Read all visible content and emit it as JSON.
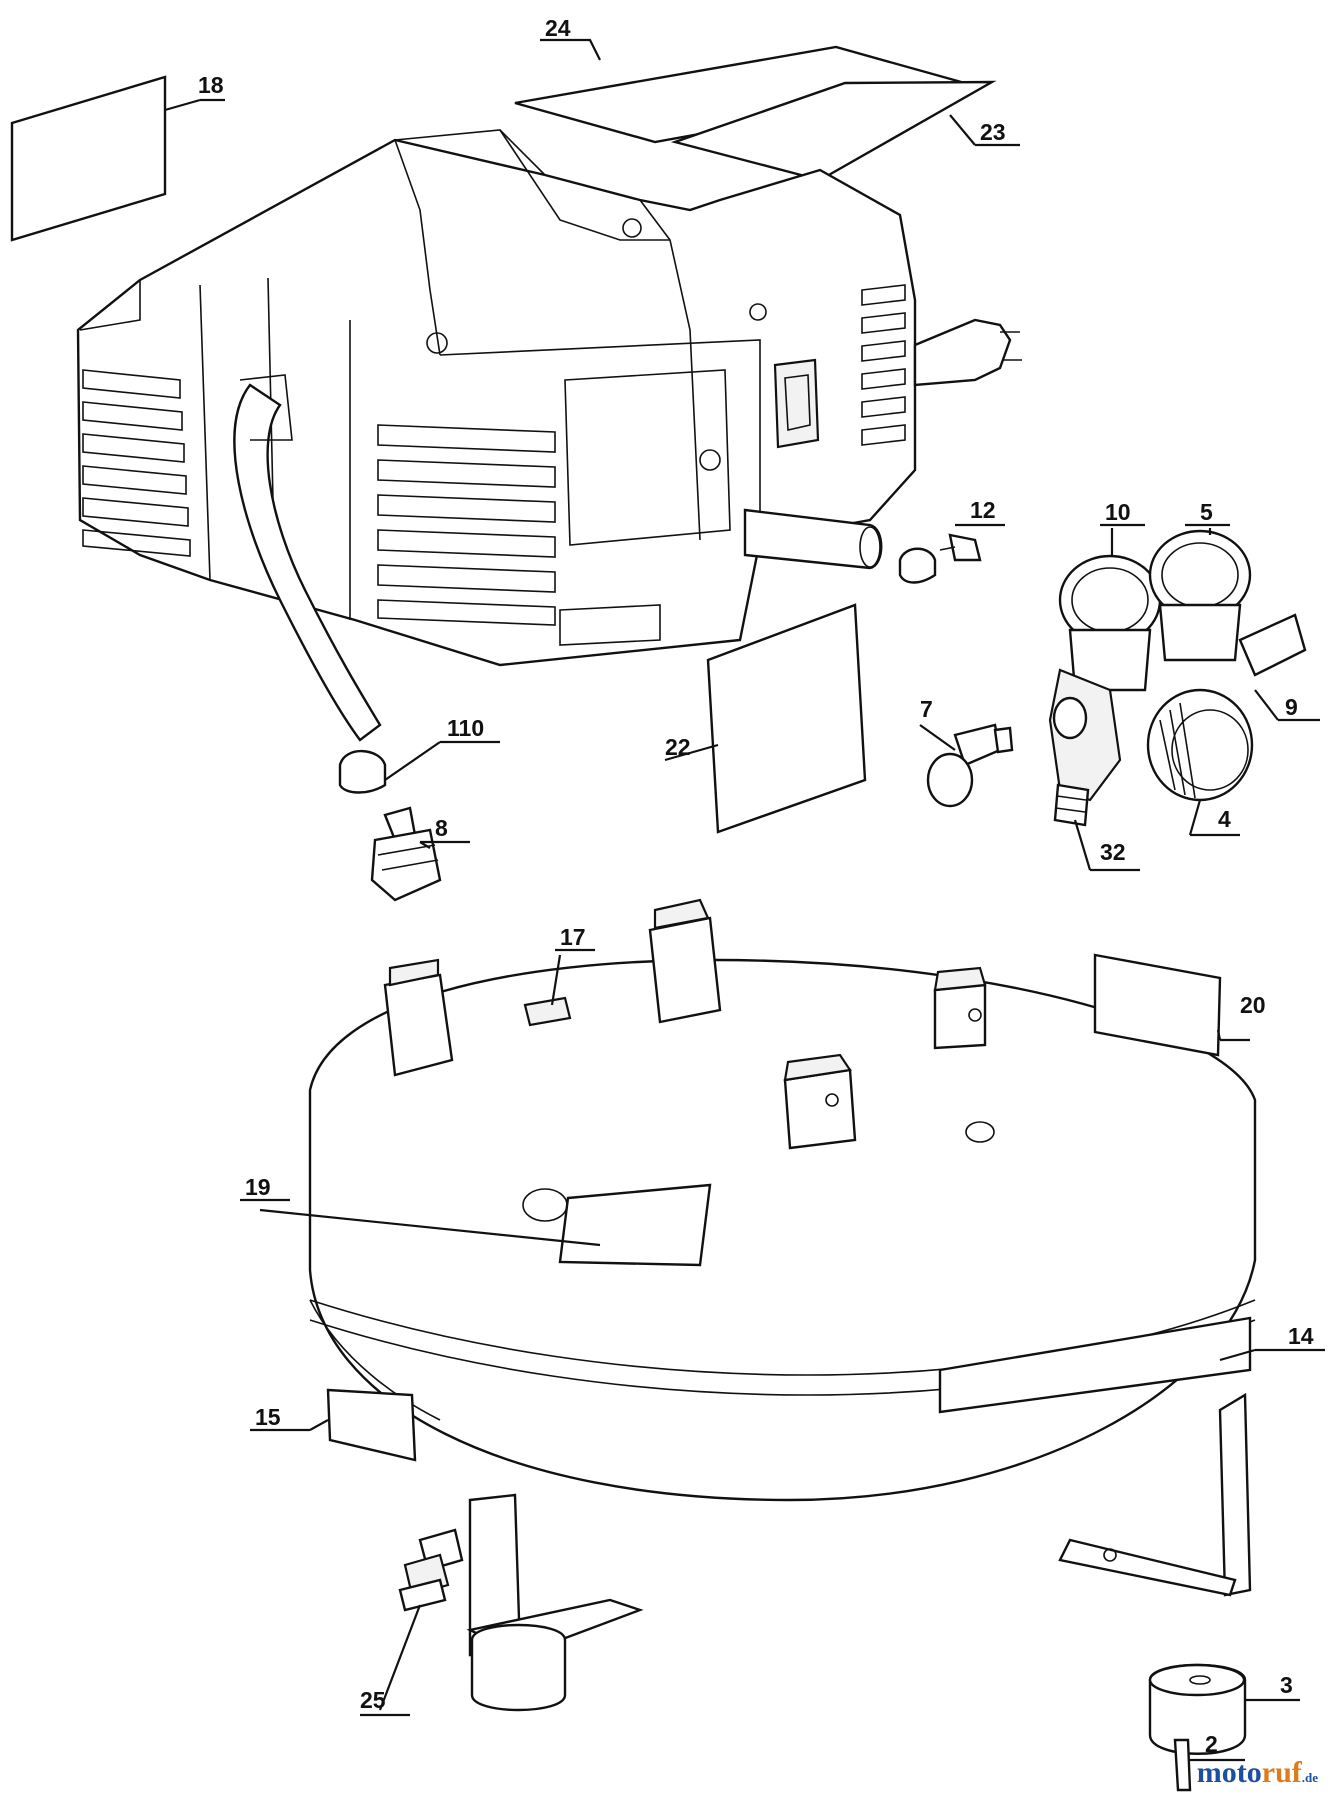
{
  "diagram": {
    "watermark": {
      "part1": "moto",
      "part2": "ruf",
      "suffix": ".de"
    },
    "callouts": [
      {
        "id": "24",
        "text": "24"
      },
      {
        "id": "18",
        "text": "18"
      },
      {
        "id": "23",
        "text": "23"
      },
      {
        "id": "12",
        "text": "12"
      },
      {
        "id": "10",
        "text": "10"
      },
      {
        "id": "5",
        "text": "5"
      },
      {
        "id": "9",
        "text": "9"
      },
      {
        "id": "7",
        "text": "7"
      },
      {
        "id": "22",
        "text": "22"
      },
      {
        "id": "110",
        "text": "110"
      },
      {
        "id": "8",
        "text": "8"
      },
      {
        "id": "4",
        "text": "4"
      },
      {
        "id": "32",
        "text": "32"
      },
      {
        "id": "17",
        "text": "17"
      },
      {
        "id": "20",
        "text": "20"
      },
      {
        "id": "19",
        "text": "19"
      },
      {
        "id": "14",
        "text": "14"
      },
      {
        "id": "15",
        "text": "15"
      },
      {
        "id": "25",
        "text": "25"
      },
      {
        "id": "3",
        "text": "3"
      },
      {
        "id": "2",
        "text": "2"
      }
    ]
  }
}
